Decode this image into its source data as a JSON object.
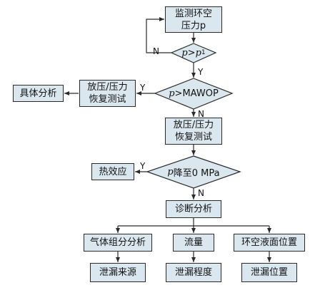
{
  "nodes": {
    "monitor": "监测环空\n压力p",
    "analysis": "具体分析",
    "bleed1": "放压/压力\n恢复测试",
    "bleed2": "放压/压力\n恢复测试",
    "thermal": "热效应",
    "diagnose": "诊断分析",
    "gas": "气体组分分析",
    "flow": "流量",
    "level": "环空液面位置",
    "source": "泄漏来源",
    "degree": "泄漏程度",
    "position": "泄漏位置"
  },
  "decisions": {
    "d1_var": "p",
    "d1_op": ">",
    "d1_rhs": "p",
    "d1_sub": "1",
    "d2_var": "p",
    "d2_op": ">",
    "d2_rhs": "MAWOP",
    "d3_var": "p",
    "d3_rest": "降至0 MPa"
  },
  "edge_labels": {
    "n1": "N",
    "y1": "Y",
    "y2": "Y",
    "n2": "N",
    "y3": "Y",
    "n3": "N"
  },
  "colors": {
    "box_fill": "#dbe7ef",
    "line": "#2a2a2a"
  }
}
